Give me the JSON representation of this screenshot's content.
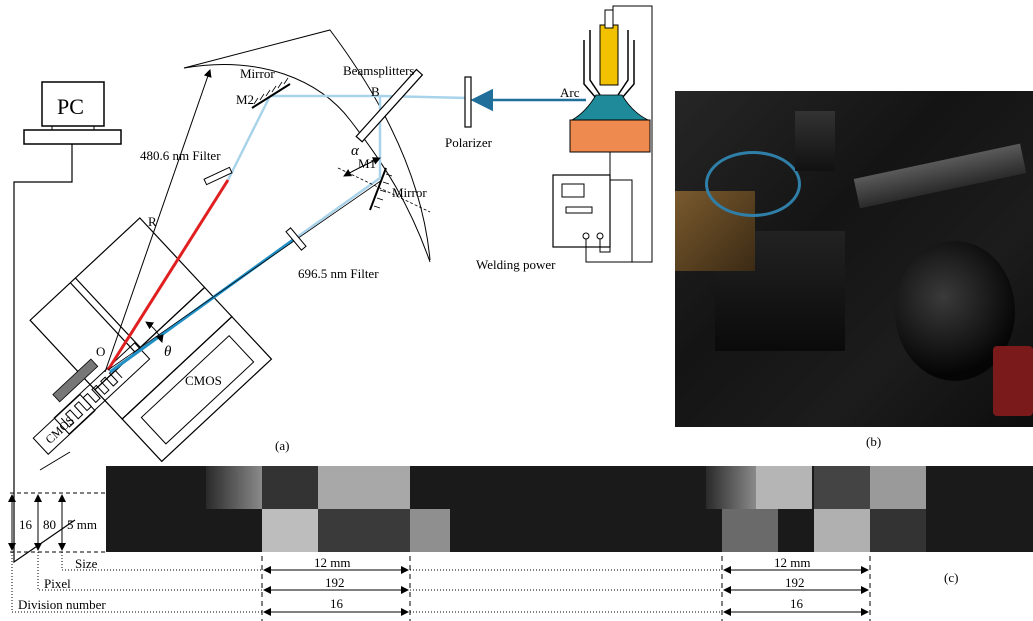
{
  "labels": {
    "pc": "PC",
    "mirror_top": "Mirror",
    "m2": "M2",
    "beamsplitters": "Beamsplitters",
    "b": "B",
    "arc": "Arc",
    "polarizer": "Polarizer",
    "filter_480": "480.6 nm Filter",
    "alpha": "α",
    "m1": "M1",
    "mirror_right": "Mirror",
    "r": "R",
    "filter_696": "696.5 nm Filter",
    "welding_power": "Welding power",
    "o": "O",
    "theta": "θ",
    "cmos": "CMOS",
    "cmos_box": "CMOS",
    "panel_a": "(a)",
    "panel_b": "(b)",
    "panel_c": "(c)",
    "dim_16": "16",
    "dim_80": "80",
    "dim_5mm": "5 mm",
    "size": "Size",
    "pixel": "Pixel",
    "division_number": "Division number",
    "size_left": "12 mm",
    "size_right": "12 mm",
    "pixel_left": "192",
    "pixel_right": "192",
    "div_left": "16",
    "div_right": "16"
  },
  "colors": {
    "red_beam": "#e02020",
    "blue_beam": "#1f8fc6",
    "light_beam": "#a9d3ea",
    "arc_beam": "#1f6f9a",
    "torch_yellow": "#f2c200",
    "arc_teal": "#1f8a9a",
    "workpiece": "#ee8a4f"
  }
}
